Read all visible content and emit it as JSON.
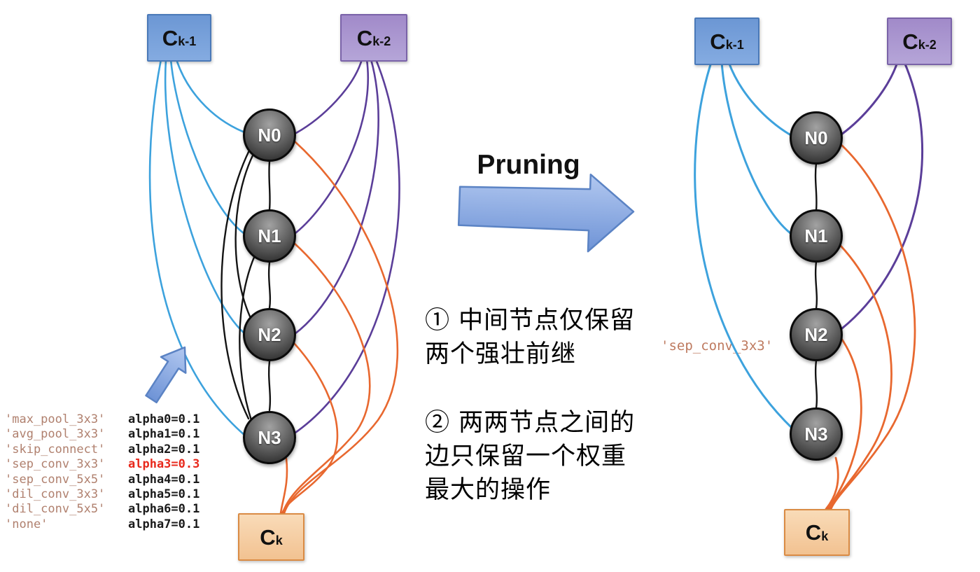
{
  "left_diagram": {
    "box_prev": {
      "main": "C",
      "sub": "k-1"
    },
    "box_prev2": {
      "main": "C",
      "sub": "k-2"
    },
    "box_out": {
      "main": "C",
      "sub": "k"
    },
    "nodes": [
      "N0",
      "N1",
      "N2",
      "N3"
    ],
    "ops": [
      {
        "name": "'max_pool_3x3'",
        "alpha": "alpha0=0.1"
      },
      {
        "name": "'avg_pool_3x3'",
        "alpha": "alpha1=0.1"
      },
      {
        "name": "'skip_connect'",
        "alpha": "alpha2=0.1"
      },
      {
        "name": "'sep_conv_3x3'",
        "alpha": "alpha3=0.3"
      },
      {
        "name": "'sep_conv_5x5'",
        "alpha": "alpha4=0.1"
      },
      {
        "name": "'dil_conv_3x3'",
        "alpha": "alpha5=0.1"
      },
      {
        "name": "'dil_conv_5x5'",
        "alpha": "alpha6=0.1"
      },
      {
        "name": "'none'",
        "alpha": "alpha7=0.1"
      }
    ]
  },
  "middle": {
    "pruning_label": "Pruning",
    "note1_lines": [
      "① 中间节点仅保留",
      "两个强壮前继"
    ],
    "note2_lines": [
      "② 两两节点之间的",
      "边只保留一个权重",
      "最大的操作"
    ]
  },
  "right_diagram": {
    "box_prev": {
      "main": "C",
      "sub": "k-1"
    },
    "box_prev2": {
      "main": "C",
      "sub": "k-2"
    },
    "box_out": {
      "main": "C",
      "sub": "k"
    },
    "nodes": [
      "N0",
      "N1",
      "N2",
      "N3"
    ],
    "kept_op_label": "'sep_conv_3x3'"
  },
  "colors": {
    "edge_blue": "#3DA2DD",
    "edge_purple": "#5B3E99",
    "edge_orange": "#E8682F",
    "edge_black": "#141414",
    "box_blue_fill": "#6F9BD8",
    "box_blue_border": "#4A79B8",
    "box_purple_fill": "#A892CE",
    "box_purple_border": "#7A63A8",
    "box_orange_fill": "#F6CFA2",
    "box_orange_border": "#DA8B44",
    "op_name_color": "#B0806E",
    "alpha_text_color": "#1A1A1A",
    "alpha_highlight_color": "#E8291C",
    "kept_op_color": "#BE7A5F",
    "arrow_fill": "#8FACE0",
    "arrow_border": "#5B83C4",
    "node_label_color": "#FFFFFF"
  }
}
